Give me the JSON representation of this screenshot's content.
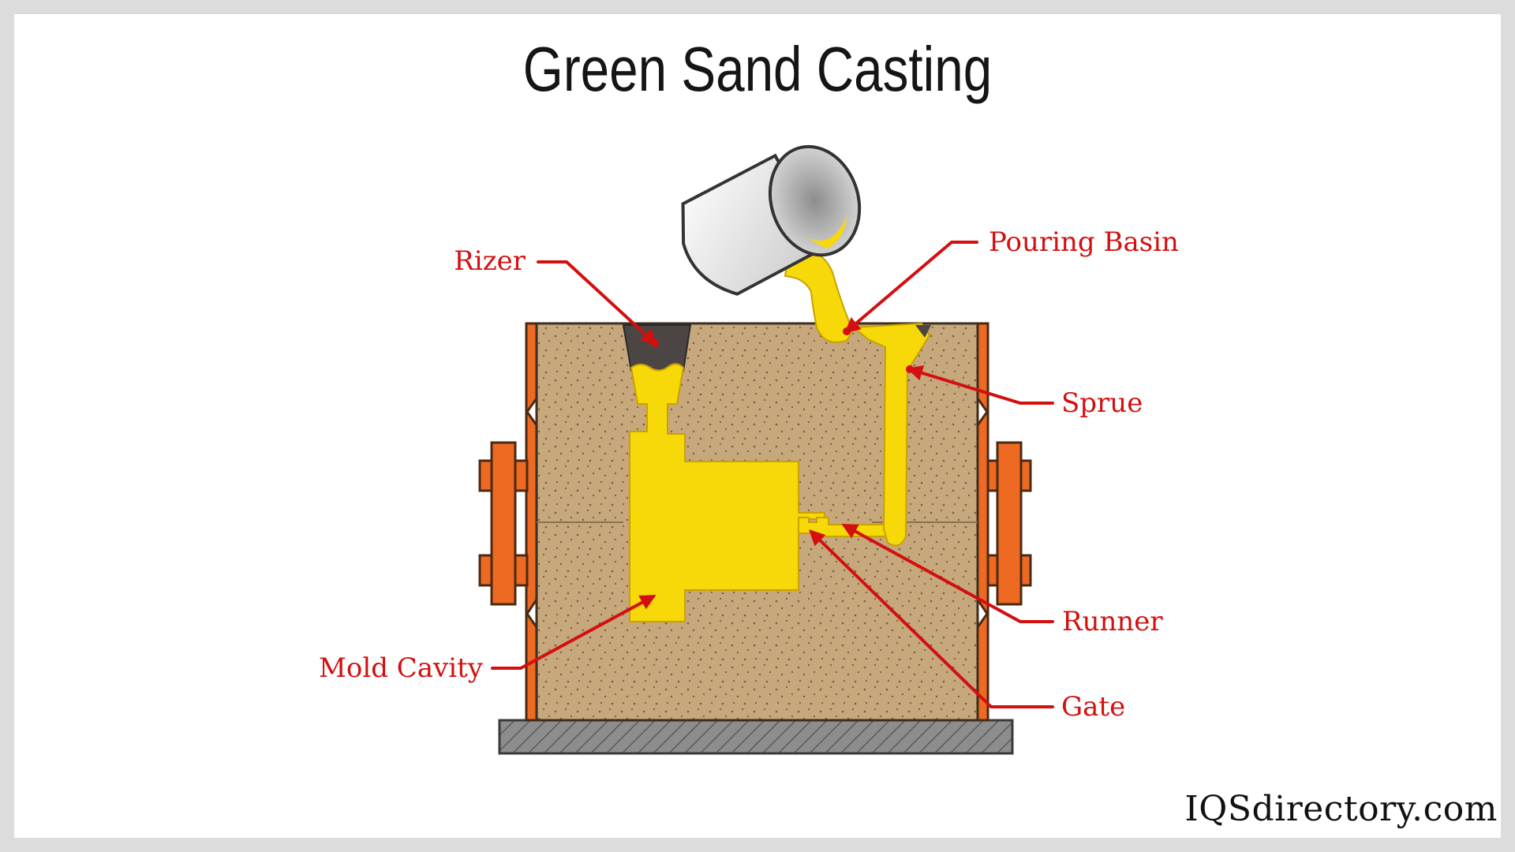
{
  "title": "Green Sand Casting",
  "labels": {
    "rizer": "Rizer",
    "pouring_basin": "Pouring Basin",
    "sprue": "Sprue",
    "runner": "Runner",
    "gate": "Gate",
    "mold_cavity": "Mold Cavity"
  },
  "footer": "IQSdirectory.com",
  "colors": {
    "sand": "#c7a77c",
    "molten_metal": "#f7d808",
    "flask": "#ee6a22",
    "label_text": "#d30f0f"
  }
}
